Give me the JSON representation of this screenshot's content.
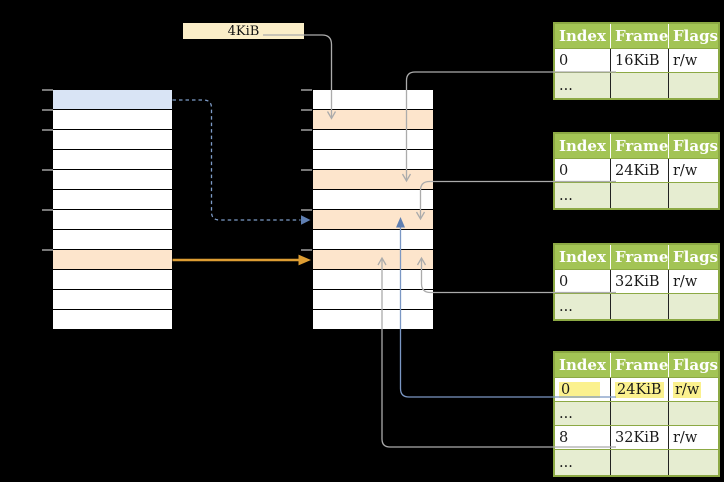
{
  "page_size_label": {
    "text": "4KiB"
  },
  "left_column": {
    "rows": [
      "blue",
      "white",
      "white",
      "white",
      "white",
      "white",
      "white",
      "white",
      "peach",
      "white",
      "white",
      "white"
    ],
    "tick_rows": [
      0,
      1,
      2,
      4,
      6,
      8
    ]
  },
  "middle_column": {
    "rows": [
      "white",
      "peach",
      "white",
      "white",
      "peach",
      "white",
      "peach",
      "white",
      "peach",
      "white",
      "white",
      "white"
    ],
    "tick_rows": [
      0,
      1,
      2,
      4,
      6,
      8
    ]
  },
  "page_tables": [
    {
      "headers": [
        "Index",
        "Frame",
        "Flags"
      ],
      "rows": [
        {
          "cells": [
            "0",
            "16KiB",
            "r/w"
          ]
        },
        {
          "cells": [
            "...",
            "",
            ""
          ]
        }
      ]
    },
    {
      "headers": [
        "Index",
        "Frame",
        "Flags"
      ],
      "rows": [
        {
          "cells": [
            "0",
            "24KiB",
            "r/w"
          ]
        },
        {
          "cells": [
            "...",
            "",
            ""
          ]
        }
      ]
    },
    {
      "headers": [
        "Index",
        "Frame",
        "Flags"
      ],
      "rows": [
        {
          "cells": [
            "0",
            "32KiB",
            "r/w"
          ]
        },
        {
          "cells": [
            "...",
            "",
            ""
          ]
        }
      ]
    },
    {
      "headers": [
        "Index",
        "Frame",
        "Flags"
      ],
      "rows": [
        {
          "cells": [
            "0",
            "24KiB",
            "r/w"
          ],
          "highlighted": true
        },
        {
          "cells": [
            "...",
            "",
            ""
          ]
        },
        {
          "cells": [
            "8",
            "32KiB",
            "r/w"
          ]
        },
        {
          "cells": [
            "...",
            "",
            ""
          ]
        }
      ]
    }
  ],
  "colors": {
    "background": "#000000",
    "row_white": "#FFFFFF",
    "row_blue": "#D9E4F5",
    "row_peach": "#FDE5CC",
    "label_box_fill": "#FBEEC8",
    "header_green": "#A3C455",
    "row_light_green": "#E6EDD1",
    "table_border_green": "#8CA944",
    "cell_divider": "#222222",
    "highlight_yellow": "#FBF18E",
    "connector_gray": "#ABABAB",
    "connector_blue": "#7B97C4",
    "arrowhead_blue": "#5F7FB2",
    "connector_dashed_blue": "#7E9CC8",
    "connector_orange": "#DD9D33",
    "tick_gray": "#777777",
    "text_dark": "#1A1A1A"
  }
}
